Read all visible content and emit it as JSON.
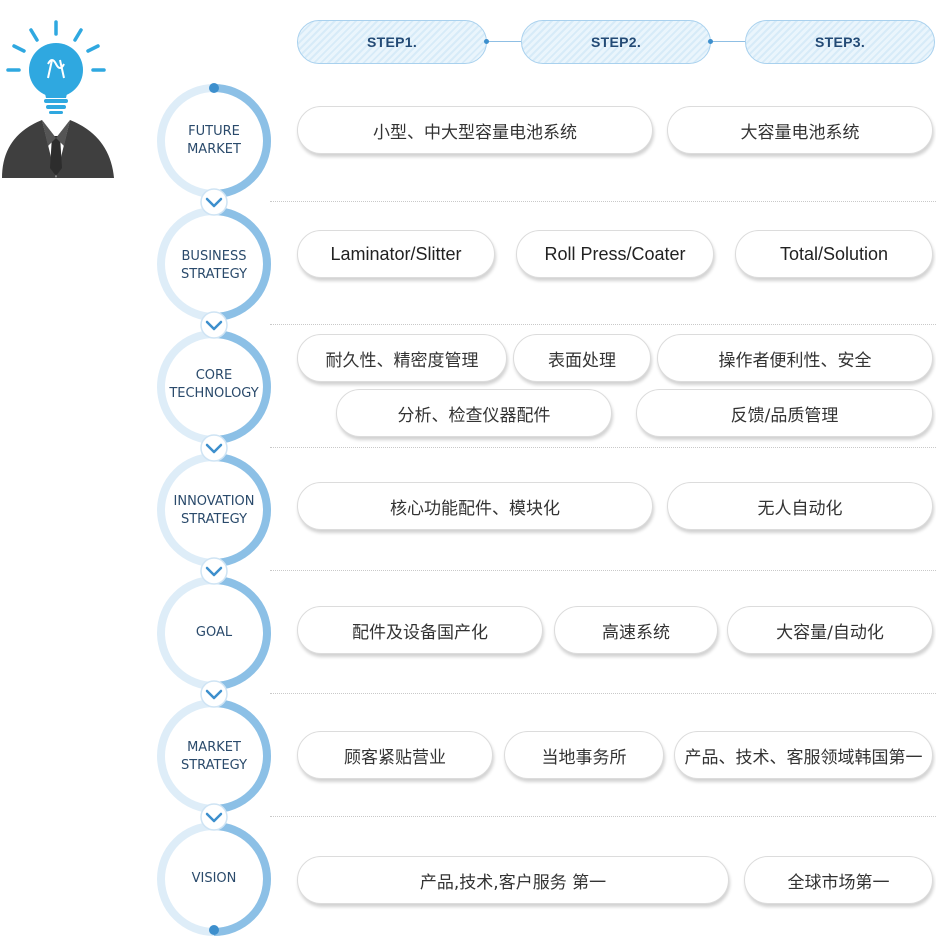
{
  "steps": [
    "STEP1.",
    "STEP2.",
    "STEP3."
  ],
  "rows": [
    {
      "label": [
        "FUTURE",
        "MARKET"
      ],
      "items": [
        "小型、中大型容量电池系统",
        "大容量电池系统"
      ]
    },
    {
      "label": [
        "BUSINESS",
        "STRATEGY"
      ],
      "items": [
        "Laminator/Slitter",
        "Roll Press/Coater",
        "Total/Solution"
      ]
    },
    {
      "label": [
        "CORE",
        "TECHNOLOGY"
      ],
      "items": [
        "耐久性、精密度管理",
        "表面处理",
        "操作者便利性、安全",
        "分析、检查仪器配件",
        "反馈/品质管理"
      ]
    },
    {
      "label": [
        "INNOVATION",
        "STRATEGY"
      ],
      "items": [
        "核心功能配件、模块化",
        "无人自动化"
      ]
    },
    {
      "label": [
        "GOAL"
      ],
      "items": [
        "配件及设备国产化",
        "高速系统",
        "大容量/自动化"
      ]
    },
    {
      "label": [
        "MARKET",
        "STRATEGY"
      ],
      "items": [
        "顾客紧贴营业",
        "当地事务所",
        "产品、技术、客服领域韩国第一"
      ]
    },
    {
      "label": [
        "VISION"
      ],
      "items": [
        "产品,技术,客户服务 第一",
        "全球市场第一"
      ]
    }
  ],
  "colors": {
    "accent": "#3d8fcd",
    "ring": "#8cc0e6",
    "step_text": "#234a75",
    "circle_text": "#2a4a6b"
  }
}
